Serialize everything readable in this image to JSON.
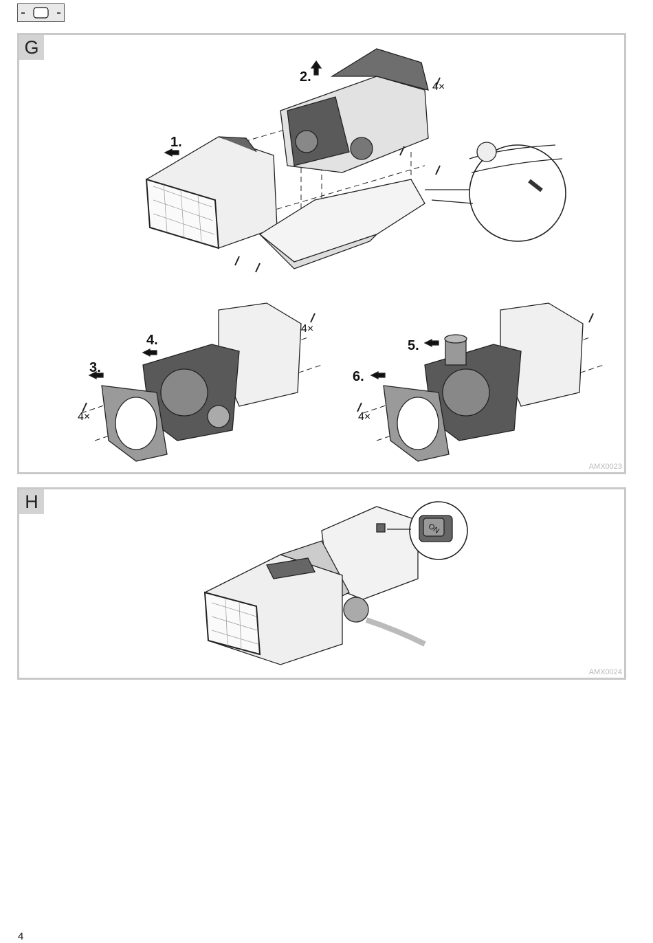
{
  "header": {
    "badge_icon": "device-outline-icon"
  },
  "panel_g": {
    "letter": "G",
    "code": "AMX0023",
    "steps": [
      "1.",
      "2.",
      "3.",
      "4.",
      "5.",
      "6."
    ],
    "quantities": [
      "4×",
      "4×",
      "4×",
      "4×"
    ]
  },
  "panel_h": {
    "letter": "H",
    "code": "AMX0024",
    "switch_label": "ON"
  },
  "footer": {
    "page_number": "4"
  },
  "colors": {
    "panel_border": "#c9c9c9",
    "label_bg": "#d3d3d3",
    "dark_part": "#555555"
  }
}
